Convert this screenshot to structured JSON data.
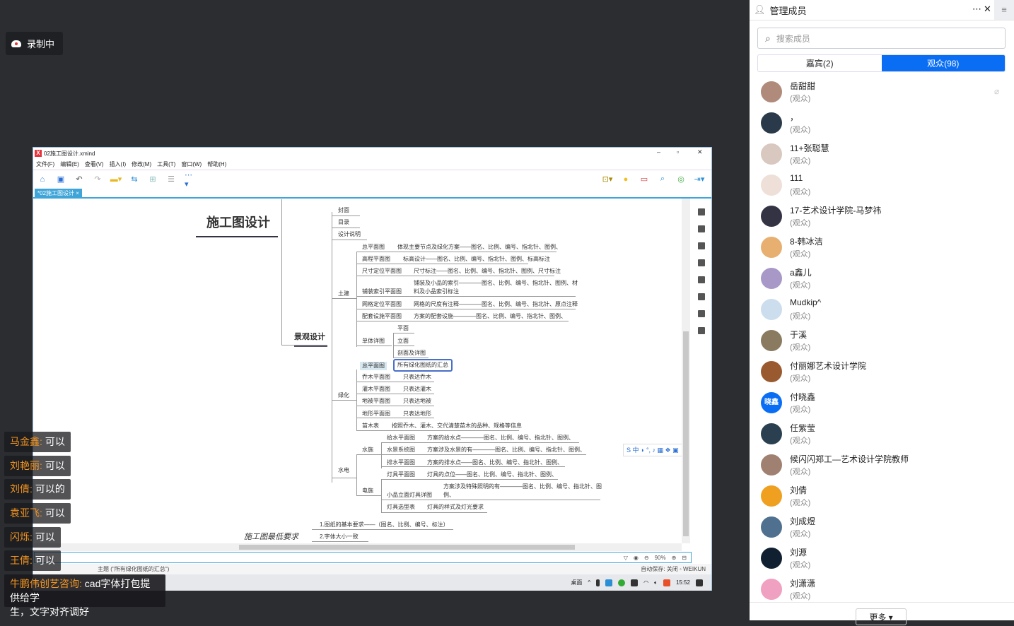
{
  "recording": {
    "label": "录制中"
  },
  "chat": [
    {
      "user": "马金鑫:",
      "msg": " 可以"
    },
    {
      "user": "刘艳丽:",
      "msg": " 可以"
    },
    {
      "user": "刘倩:",
      "msg": " 可以的"
    },
    {
      "user": "袁亚飞:",
      "msg": " 可以"
    },
    {
      "user": "闪烁:",
      "msg": " 可以"
    },
    {
      "user": "王倩:",
      "msg": " 可以"
    },
    {
      "user": "牛鹏伟创艺咨询:",
      "msg": " cad字体打包提供给学",
      "msg2": "生，文字对齐调好"
    }
  ],
  "app": {
    "title": "02施工图设计.xmind",
    "menu": [
      "文件(F)",
      "编辑(E)",
      "查看(V)",
      "插入(I)",
      "修改(M)",
      "工具(T)",
      "窗口(W)",
      "帮助(H)"
    ],
    "tab": "*02施工图设计 ×",
    "zoom": "90%",
    "status_topic": "主题 (\"所有绿化图纸的汇总\")",
    "autosave": "自动保存: 关闭",
    "user": "WEIKUN",
    "taskbar": {
      "desktop": "桌面",
      "time": "15:52"
    }
  },
  "mindmap": {
    "nodes": [
      "施工图设计",
      "景观设计",
      "封面",
      "目录",
      "设计说明",
      "土建",
      "绿化",
      "水电",
      "总平面图",
      "体现主要节点及绿化方案——图名、比例、编号、指北针、图例、",
      "高程平面图",
      "标高设计——图名、比例、编号、指北针、图例、标高标注",
      "尺寸定位平面图",
      "尺寸标注——图名、比例、编号、指北针、图例、尺寸标注",
      "铺装索引平面图",
      "铺装及小品的索引————图名、比例、编号、指北针、图例、材",
      "料及小品索引标注",
      "网格定位平面图",
      "网格的尺度有注释————图名、比例、编号、指北针、原点注释",
      "配套设施平面图",
      "方案的配套设施————图名、比例、编号、指北针、图例、",
      "单体详图",
      "平面",
      "立面",
      "剖面及详图",
      "总平面图",
      "所有绿化图纸的汇总",
      "乔木平面图",
      "只表达乔木",
      "灌木平面图",
      "只表达灌木",
      "地被平面图",
      "只表达地被",
      "地形平面图",
      "只表达地形",
      "苗木表",
      "按照乔木、灌木、交代清楚苗木的品种、规格等信息",
      "水施",
      "电施",
      "给水平面图",
      "方案的给水点————图名、比例、编号、指北针、图例、",
      "水景系统图",
      "方案涉及水景的有————图名、比例、编号、指北针、图例、",
      "排水平面图",
      "方案的排水点——图名、比例、编号、指北针、图例、",
      "灯具平面图",
      "灯具的点位——图名、比例、编号、指北针、图例、",
      "小品立面灯具详图",
      "方案涉及特殊照明的有————图名、比例、编号、指北针、图",
      "例、",
      "灯具选型表",
      "灯具的样式及灯光要求",
      "施工图最低要求",
      "1.图纸的基本要求——（图名、比例、编号、标注）",
      "2.字体大小一致"
    ]
  },
  "panel": {
    "title": "管理成员",
    "search_placeholder": "搜索成员",
    "tab_guests": "嘉宾(2)",
    "tab_audience": "观众(98)",
    "more": "更多",
    "members": [
      {
        "name": "岳甜甜",
        "role": "(观众)",
        "color": "#b08a7a"
      },
      {
        "name": "，",
        "role": "(观众)",
        "color": "#2a3a4a"
      },
      {
        "name": "11+张聪慧",
        "role": "(观众)",
        "color": "#d8c8c0"
      },
      {
        "name": "111",
        "role": "(观众)",
        "color": "#eee0d8"
      },
      {
        "name": "17-艺术设计学院-马梦祎",
        "role": "(观众)",
        "color": "#334"
      },
      {
        "name": "8-韩冰洁",
        "role": "(观众)",
        "color": "#e8b070"
      },
      {
        "name": "a鑫儿",
        "role": "(观众)",
        "color": "#a898c8"
      },
      {
        "name": "Mudkip^",
        "role": "(观众)",
        "color": "#cde"
      },
      {
        "name": "于溪",
        "role": "(观众)",
        "color": "#8a7a60"
      },
      {
        "name": "付丽娜艺术设计学院",
        "role": "(观众)",
        "color": "#9a5a30"
      },
      {
        "name": "付晓鑫",
        "role": "(观众)",
        "color": "#0a6ef5",
        "text": "晓鑫"
      },
      {
        "name": "任紫莹",
        "role": "(观众)",
        "color": "#2a4050"
      },
      {
        "name": "候闪闪郑工—艺术设计学院教师",
        "role": "(观众)",
        "color": "#a08070"
      },
      {
        "name": "刘倩",
        "role": "(观众)",
        "color": "#f0a020"
      },
      {
        "name": "刘成煜",
        "role": "(观众)",
        "color": "#507090"
      },
      {
        "name": "刘源",
        "role": "(观众)",
        "color": "#102030"
      },
      {
        "name": "刘潇潇",
        "role": "(观众)",
        "color": "#f0a0c0"
      }
    ]
  }
}
